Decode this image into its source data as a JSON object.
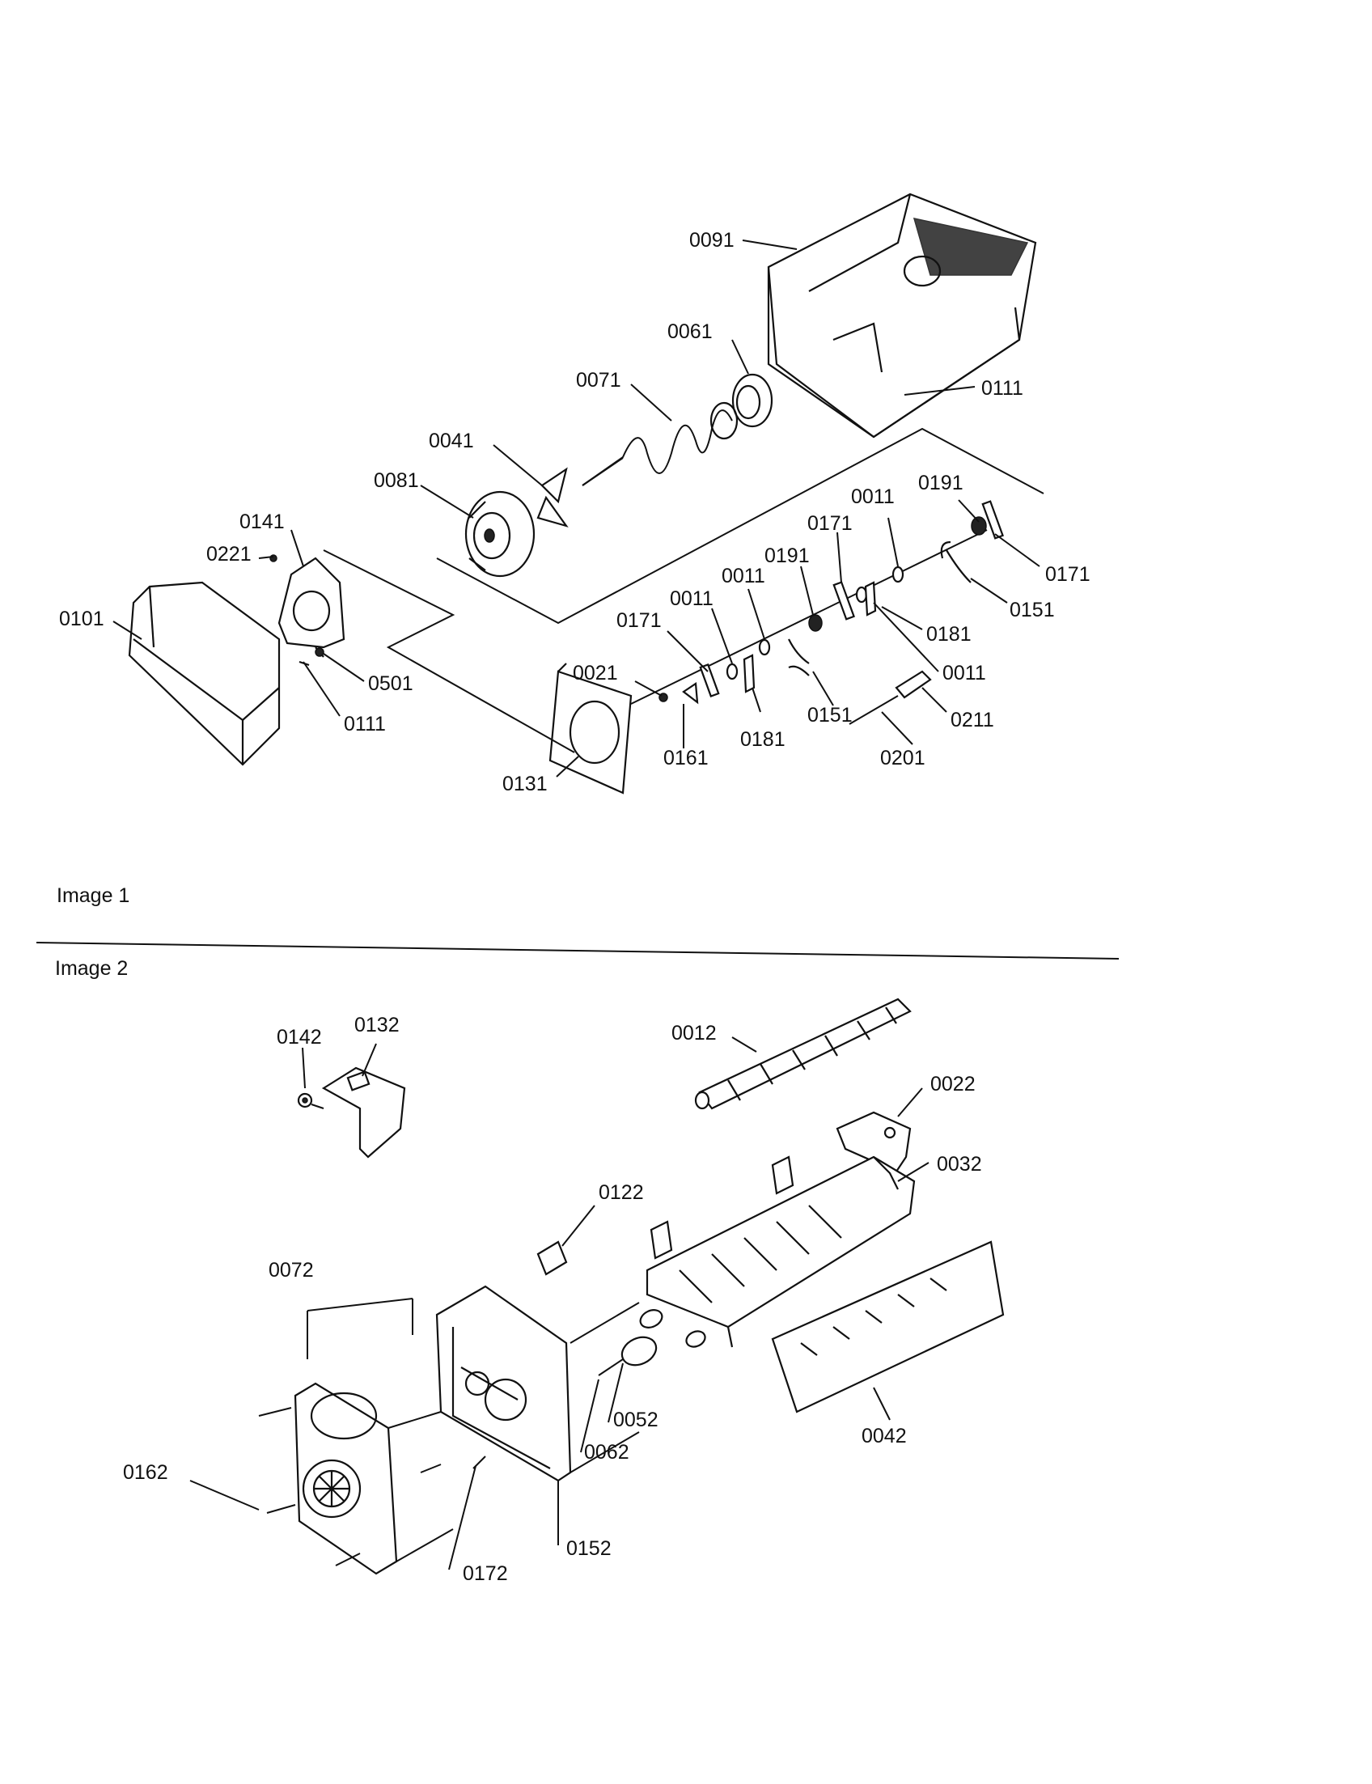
{
  "captions": {
    "image1": "Image 1",
    "image2": "Image 2"
  },
  "image1_labels": {
    "l0091": "0091",
    "l0061": "0061",
    "l0071": "0071",
    "l0111a": "0111",
    "l0041": "0041",
    "l0081": "0081",
    "l0141": "0141",
    "l0221": "0221",
    "l0101": "0101",
    "l0501": "0501",
    "l0111b": "0111",
    "l0131": "0131",
    "l0021": "0021",
    "l0171a": "0171",
    "l0011a": "0011",
    "l0011b": "0011",
    "l0161": "0161",
    "l0181a": "0181",
    "l0191a": "0191",
    "l0171b": "0171",
    "l0011c": "0011",
    "l0191b": "0191",
    "l0171c": "0171",
    "l0151a": "0151",
    "l0181b": "0181",
    "l0011d": "0011",
    "l0151b": "0151",
    "l0211": "0211",
    "l0201": "0201"
  },
  "image2_labels": {
    "l0142": "0142",
    "l0132": "0132",
    "l0012": "0012",
    "l0022": "0022",
    "l0032": "0032",
    "l0122": "0122",
    "l0072": "0072",
    "l0052": "0052",
    "l0062": "0062",
    "l0042": "0042",
    "l0162": "0162",
    "l0152": "0152",
    "l0172": "0172"
  }
}
